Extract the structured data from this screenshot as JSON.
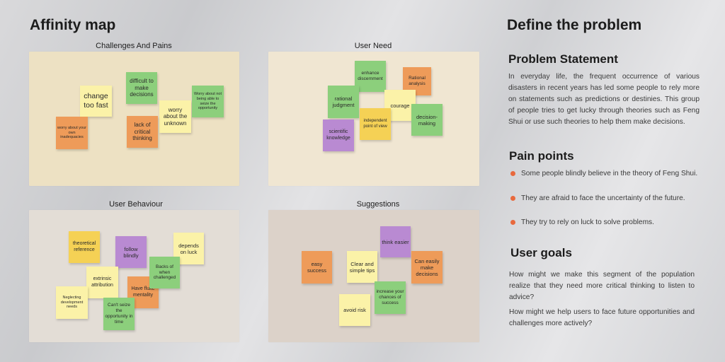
{
  "left": {
    "title": "Affinity map",
    "quadrants": {
      "challenges": {
        "title": "Challenges And Pains",
        "notes": [
          "change too fast",
          "difficult to make decisions",
          "worry about the unknown",
          "lack of critical thinking",
          "worry about your own inadequacies",
          "Worry about not being able to seize the opportunity"
        ]
      },
      "need": {
        "title": "User Need",
        "notes": [
          "enhance discernment",
          "Rational analysis",
          "rational judgment",
          "courage",
          "independent point of view",
          "decision-making",
          "scientific knowledge"
        ]
      },
      "behaviour": {
        "title": "User Behaviour",
        "notes": [
          "theoretical reference",
          "follow blindly",
          "depends on luck",
          "extrinsic attribution",
          "Backs of when challenged",
          "Have fluke mentality",
          "Neglecting development needs",
          "Can't seize the opportunity in time"
        ]
      },
      "suggestions": {
        "title": "Suggestions",
        "notes": [
          "think easier",
          "easy success",
          "Clear and simple tips",
          "Can easily make decisions",
          "increase your chances of success",
          "avoid risk"
        ]
      }
    }
  },
  "right": {
    "title": "Define the problem",
    "problem": {
      "heading": "Problem Statement",
      "text": "In everyday life, the frequent occurrence of various disasters in recent years has led some people to rely more on statements such as predictions or destinies. This group of people tries to get lucky through theories such as Feng Shui or use such theories to help them make decisions."
    },
    "pain": {
      "heading": "Pain points",
      "items": [
        "Some people blindly believe in the theory of Feng Shui.",
        "They are afraid to face the uncertainty of the future.",
        "They try to rely on luck to solve problems."
      ]
    },
    "goals": {
      "heading": "User goals",
      "items": [
        "How might we make this segment of the population realize that they need more critical thinking to listen to advice?",
        "How might we help users to face future opportunities and challenges more actively?"
      ]
    }
  },
  "colors": {
    "board_challenges": "#ede1c3",
    "board_need": "#f0e6d2",
    "board_behaviour": "#e3ddd6",
    "board_suggestions": "#dcd2c9",
    "yellow_note": "#fbf2a8",
    "gold_note": "#f5d155",
    "green_note": "#8ccf7c",
    "orange_note": "#ee9b59",
    "purple_note": "#b98ad2",
    "bullet": "#e8693d"
  }
}
